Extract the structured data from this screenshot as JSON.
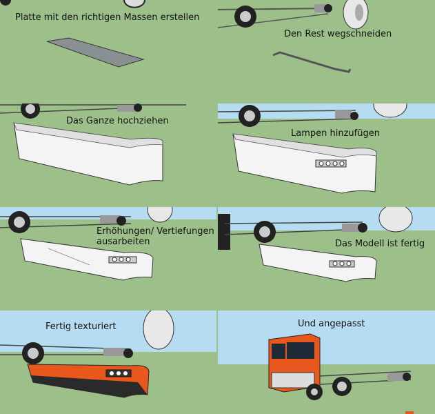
{
  "steps": [
    {
      "caption": "Platte mit den richtigen Massen erstellen"
    },
    {
      "caption": "Den Rest wegschneiden"
    },
    {
      "caption": "Das Ganze hochziehen"
    },
    {
      "caption": "Lampen hinzufügen"
    },
    {
      "caption": "Erhöhungen/ Vertiefungen ausarbeiten"
    },
    {
      "caption": "Das Modell ist fertig"
    },
    {
      "caption": "Fertig texturiert"
    },
    {
      "caption": "Und angepasst"
    }
  ],
  "colors": {
    "ground": "#9dc08a",
    "sky": "#b6dcf2",
    "bumper": "#f4f4f4",
    "orange": "#e8571c"
  }
}
